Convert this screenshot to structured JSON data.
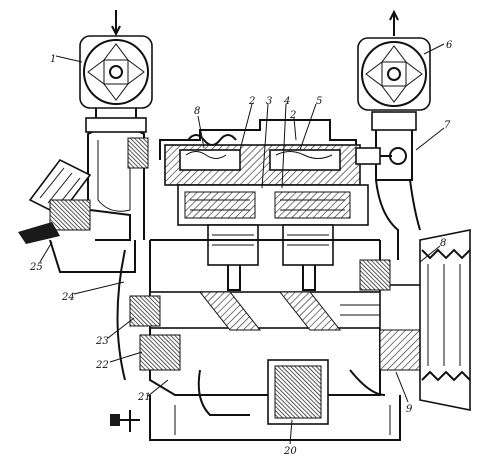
{
  "figure": {
    "callouts": [
      {
        "id": "c1",
        "text": "1"
      },
      {
        "id": "c2",
        "text": "2"
      },
      {
        "id": "c3",
        "text": "3"
      },
      {
        "id": "c4",
        "text": "4"
      },
      {
        "id": "c5",
        "text": "5"
      },
      {
        "id": "c6",
        "text": "6"
      },
      {
        "id": "c7",
        "text": "7"
      },
      {
        "id": "c8",
        "text": "8"
      },
      {
        "id": "c8b",
        "text": "8"
      },
      {
        "id": "c9",
        "text": "9"
      },
      {
        "id": "c20",
        "text": "20"
      },
      {
        "id": "c21",
        "text": "21"
      },
      {
        "id": "c22",
        "text": "22"
      },
      {
        "id": "c23",
        "text": "23"
      },
      {
        "id": "c24",
        "text": "24"
      },
      {
        "id": "c25",
        "text": "25"
      },
      {
        "id": "c2b",
        "text": "2"
      }
    ]
  }
}
